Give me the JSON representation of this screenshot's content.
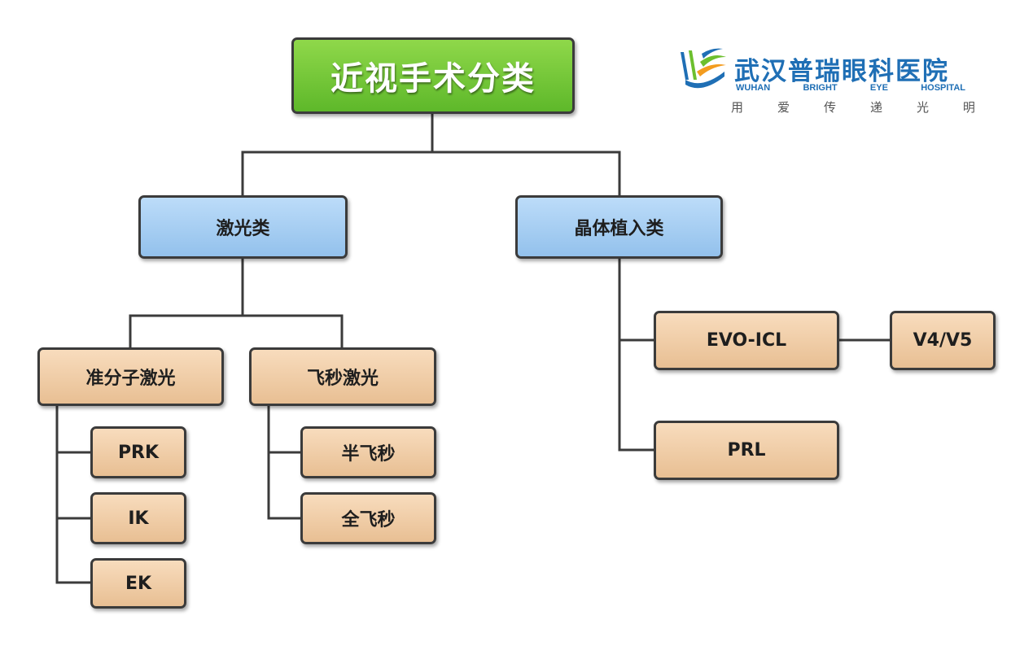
{
  "diagram": {
    "root": "近视手术分类",
    "categories": {
      "laser": "激光类",
      "implant": "晶体植入类"
    },
    "laser_types": {
      "excimer": "准分子激光",
      "femto": "飞秒激光"
    },
    "excimer_items": [
      "PRK",
      "IK",
      "EK"
    ],
    "femto_items": [
      "半飞秒",
      "全飞秒"
    ],
    "implant_items": {
      "evo_icl": "EVO-ICL",
      "versions": "V4/V5",
      "prl": "PRL"
    }
  },
  "logo": {
    "name_cn": "武汉普瑞眼科医院",
    "name_en": [
      "WUHAN",
      "BRIGHT",
      "EYE",
      "HOSPITAL"
    ],
    "slogan": [
      "用",
      "爱",
      "传",
      "递",
      "光",
      "明"
    ],
    "colors": {
      "blue": "#1f6fb5",
      "green": "#6cbf2e",
      "orange": "#f39c1f"
    }
  },
  "colors": {
    "root_fill": "#6cc436",
    "category_fill": "#a9cff4",
    "leaf_fill": "#f2cda6",
    "border": "#3b3b3b"
  }
}
